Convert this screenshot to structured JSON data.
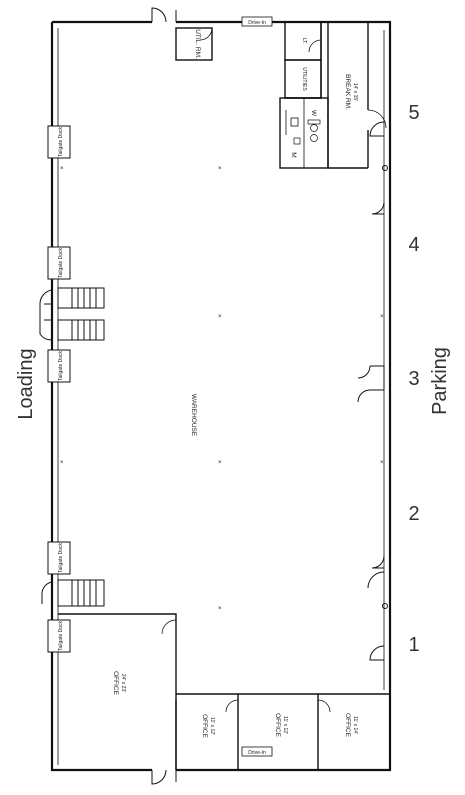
{
  "side_labels": {
    "left": "Loading",
    "right": "Parking"
  },
  "bay_numbers": [
    "5",
    "4",
    "3",
    "2",
    "1"
  ],
  "drive_in": {
    "top": "Drive-In",
    "bottom": "Drive-In"
  },
  "tailgate_docks": [
    "Tailgate Dock",
    "Tailgate Dock",
    "Tailgate Dock",
    "Tailgate Dock",
    "Tailgate Dock"
  ],
  "rooms": {
    "warehouse": "WAREHOUSE",
    "util": "UTIL. RM.",
    "lt": "LT.",
    "utilities": "UTILITIES",
    "break_room": "BREAK RM.",
    "break_room_size": "14' x 15'",
    "womens": "W",
    "mens": "M",
    "office_large": "OFFICE",
    "office_large_size": "24' x 23'",
    "office_1": "OFFICE",
    "office_1_size": "11' x 12'",
    "office_2": "OFFICE",
    "office_2_size": "11' x 12'",
    "office_3": "OFFICE",
    "office_3_size": "11' x 14'"
  }
}
